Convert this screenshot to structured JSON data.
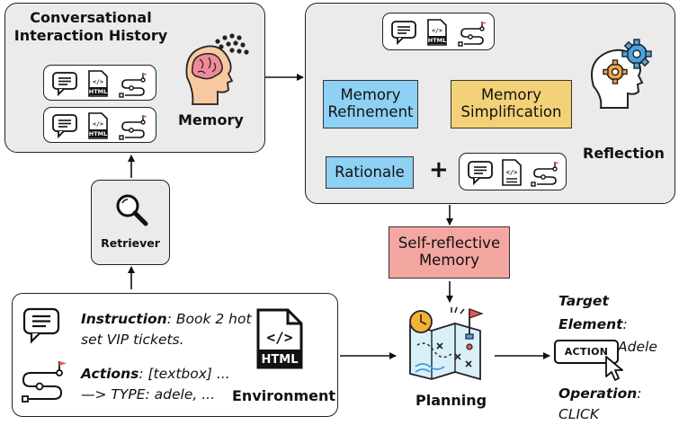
{
  "history": {
    "title_line1": "Conversational",
    "title_line2": "Interaction History",
    "memory_label": "Memory"
  },
  "retriever": {
    "label": "Retriever"
  },
  "reflection": {
    "refinement_line1": "Memory",
    "refinement_line2": "Refinement",
    "simplification_line1": "Memory",
    "simplification_line2": "Simplification",
    "rationale": "Rationale",
    "plus": "+",
    "label": "Reflection"
  },
  "self_reflective": {
    "line1": "Self-reflective",
    "line2": "Memory"
  },
  "environment": {
    "instruction_label": "Instruction",
    "instruction_text_line1": ": Book 2 hot",
    "instruction_text_line2": "set VIP tickets.",
    "actions_label": "Actions",
    "actions_text_line1": ": [textbox] ...",
    "actions_text_line2": "—> TYPE: adele, ...",
    "label": "Environment"
  },
  "html_icon_text": "HTML",
  "code_icon_text": "</>",
  "planning": {
    "label": "Planning"
  },
  "output": {
    "target_label": "Target Element",
    "target_colon": ":",
    "target_value": "[option] Adele",
    "action_button": "ACTION",
    "operation_label": "Operation",
    "operation_colon": ":",
    "operation_value": "CLICK"
  },
  "colors": {
    "panel_gray": "#ebebeb",
    "blue": "#8fd0f5",
    "yellow": "#f3d277",
    "pink": "#f4a6a1"
  }
}
